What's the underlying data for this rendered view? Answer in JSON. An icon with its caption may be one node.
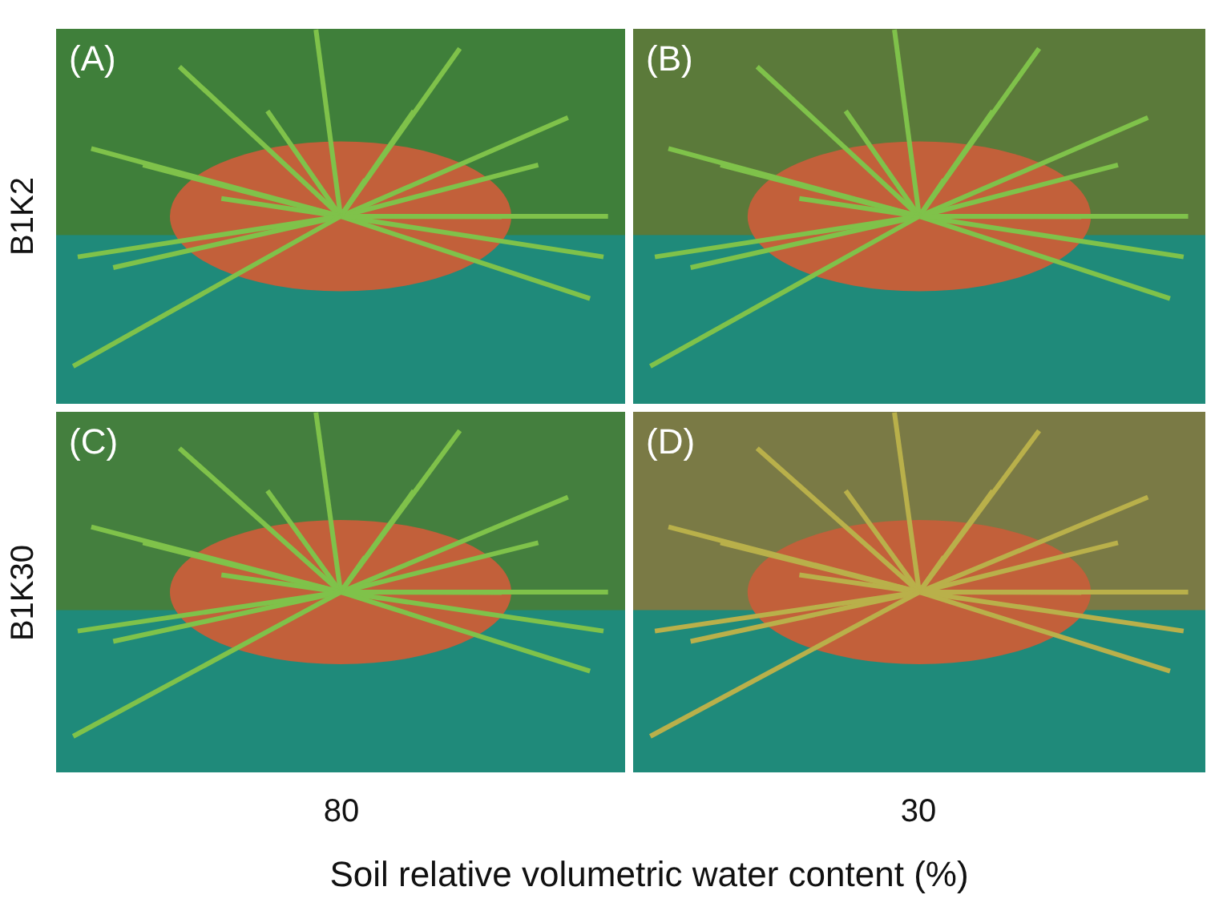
{
  "diagram": {
    "nodes": [
      {
        "text": [
          "(A)"
        ]
      },
      {
        "text": [
          "(B)"
        ]
      },
      {
        "text": [
          "(C)"
        ]
      },
      {
        "text": [
          "(D)"
        ]
      }
    ],
    "labels": [
      "B1K2",
      "B1K30",
      "80",
      "30",
      "Soil relative volumetric water content (%)"
    ]
  }
}
